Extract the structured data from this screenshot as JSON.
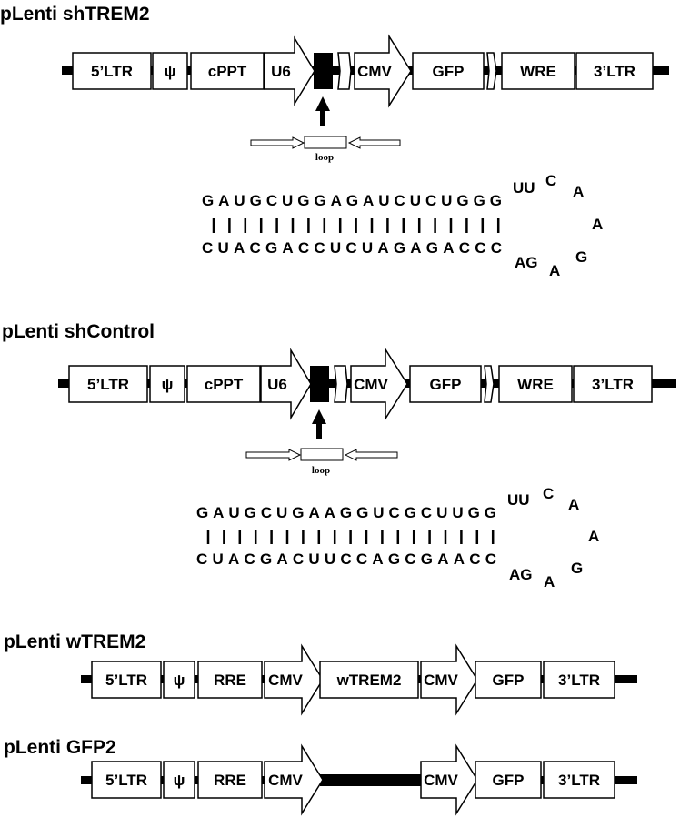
{
  "constructs": [
    {
      "title": "pLenti shTREM2",
      "elements": [
        "5’LTR",
        "ψ",
        "cPPT",
        "U6",
        "CMV",
        "GFP",
        "WRE",
        "3’LTR"
      ],
      "loop_label": "loop",
      "hairpin": {
        "top": "GAUGCUGGAGAUCUCUGGG",
        "bottom": "CUACGACCUCUAGAGACCC",
        "loop": [
          "UU",
          "C",
          "A",
          "A",
          "G",
          "A",
          "AG"
        ]
      }
    },
    {
      "title": "pLenti shControl",
      "elements": [
        "5’LTR",
        "ψ",
        "cPPT",
        "U6",
        "CMV",
        "GFP",
        "WRE",
        "3’LTR"
      ],
      "loop_label": "loop",
      "hairpin": {
        "top": "GAUGCUGAAGGUCGCUUGG",
        "bottom": "CUACGACUUCCAGCGAACC",
        "loop": [
          "UU",
          "C",
          "A",
          "A",
          "G",
          "A",
          "AG"
        ]
      }
    },
    {
      "title": "pLenti wTREM2",
      "elements": [
        "5’LTR",
        "ψ",
        "RRE",
        "CMV",
        "wTREM2",
        "CMV",
        "GFP",
        "3’LTR"
      ]
    },
    {
      "title": "pLenti GFP2",
      "elements": [
        "5’LTR",
        "ψ",
        "RRE",
        "CMV",
        "CMV",
        "GFP",
        "3’LTR"
      ]
    }
  ]
}
